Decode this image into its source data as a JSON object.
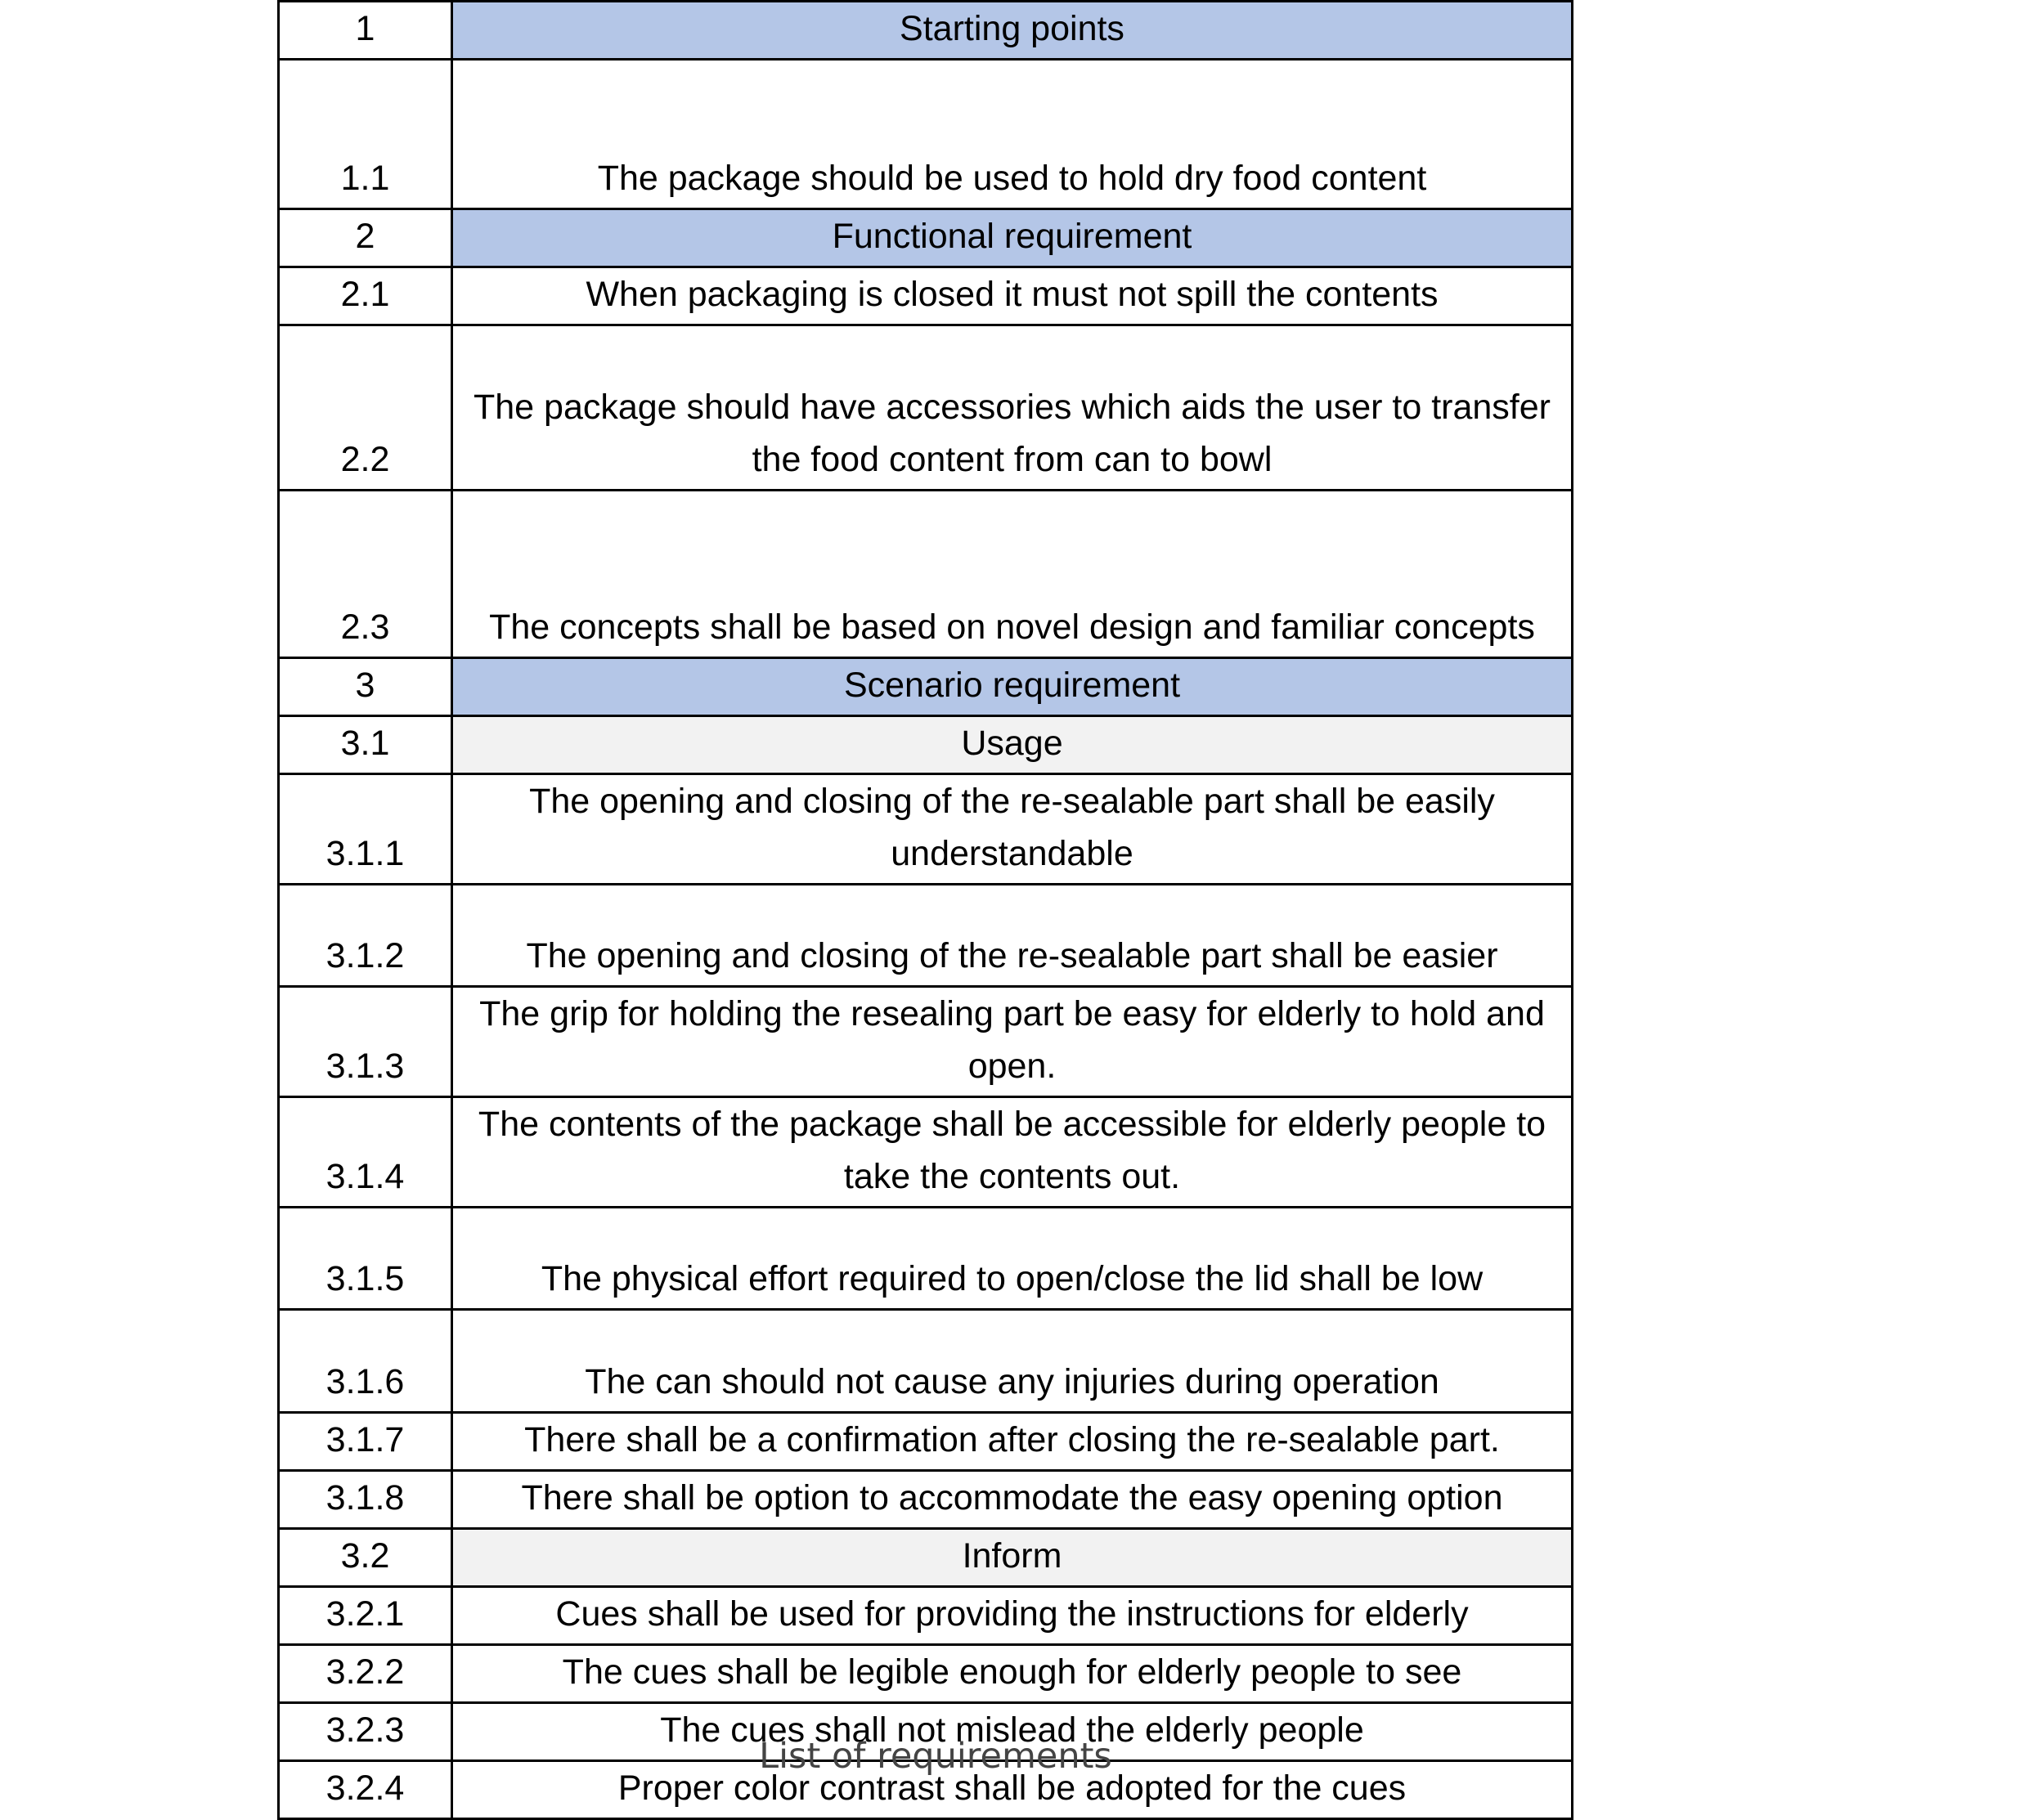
{
  "caption": "List of requirements",
  "rows": [
    {
      "num": "1",
      "text": "Starting points",
      "kind": "section"
    },
    {
      "num": "1.1",
      "text": "The package should be used to hold dry food content",
      "kind": "item"
    },
    {
      "num": "2",
      "text": "Functional requirement",
      "kind": "section"
    },
    {
      "num": "2.1",
      "text": "When packaging is closed it must not spill the contents",
      "kind": "item"
    },
    {
      "num": "2.2",
      "text": "The package should have accessories which aids the user to transfer the food content from can to bowl",
      "kind": "item"
    },
    {
      "num": "2.3",
      "text": "The concepts shall be based on novel design and familiar concepts",
      "kind": "item"
    },
    {
      "num": "3",
      "text": "Scenario requirement",
      "kind": "section"
    },
    {
      "num": "3.1",
      "text": "Usage",
      "kind": "subsection"
    },
    {
      "num": "3.1.1",
      "text": "The opening and closing of the re-sealable part shall be easily understandable",
      "kind": "item"
    },
    {
      "num": "3.1.2",
      "text": "The opening and closing of the re-sealable part shall be easier",
      "kind": "item"
    },
    {
      "num": "3.1.3",
      "text": "The grip for holding the resealing part be easy for elderly to hold and open.",
      "kind": "item"
    },
    {
      "num": "3.1.4",
      "text": "The contents of the package shall be accessible for elderly people to take the contents out.",
      "kind": "item"
    },
    {
      "num": "3.1.5",
      "text": "The physical effort required to open/close the lid shall be low",
      "kind": "item"
    },
    {
      "num": "3.1.6",
      "text": "The can should not cause any injuries during operation",
      "kind": "item"
    },
    {
      "num": "3.1.7",
      "text": "There shall be a confirmation after closing the re-sealable part.",
      "kind": "item"
    },
    {
      "num": "3.1.8",
      "text": "There shall be option to accommodate the easy opening option",
      "kind": "item"
    },
    {
      "num": "3.2",
      "text": "Inform",
      "kind": "subsection"
    },
    {
      "num": "3.2.1",
      "text": "Cues shall be used for providing the instructions for elderly",
      "kind": "item"
    },
    {
      "num": "3.2.2",
      "text": "The cues shall be legible enough for elderly people to see",
      "kind": "item"
    },
    {
      "num": "3.2.3",
      "text": "The cues shall not mislead the elderly people",
      "kind": "item"
    },
    {
      "num": "3.2.4",
      "text": "Proper color contrast shall be adopted for the cues",
      "kind": "item"
    }
  ]
}
